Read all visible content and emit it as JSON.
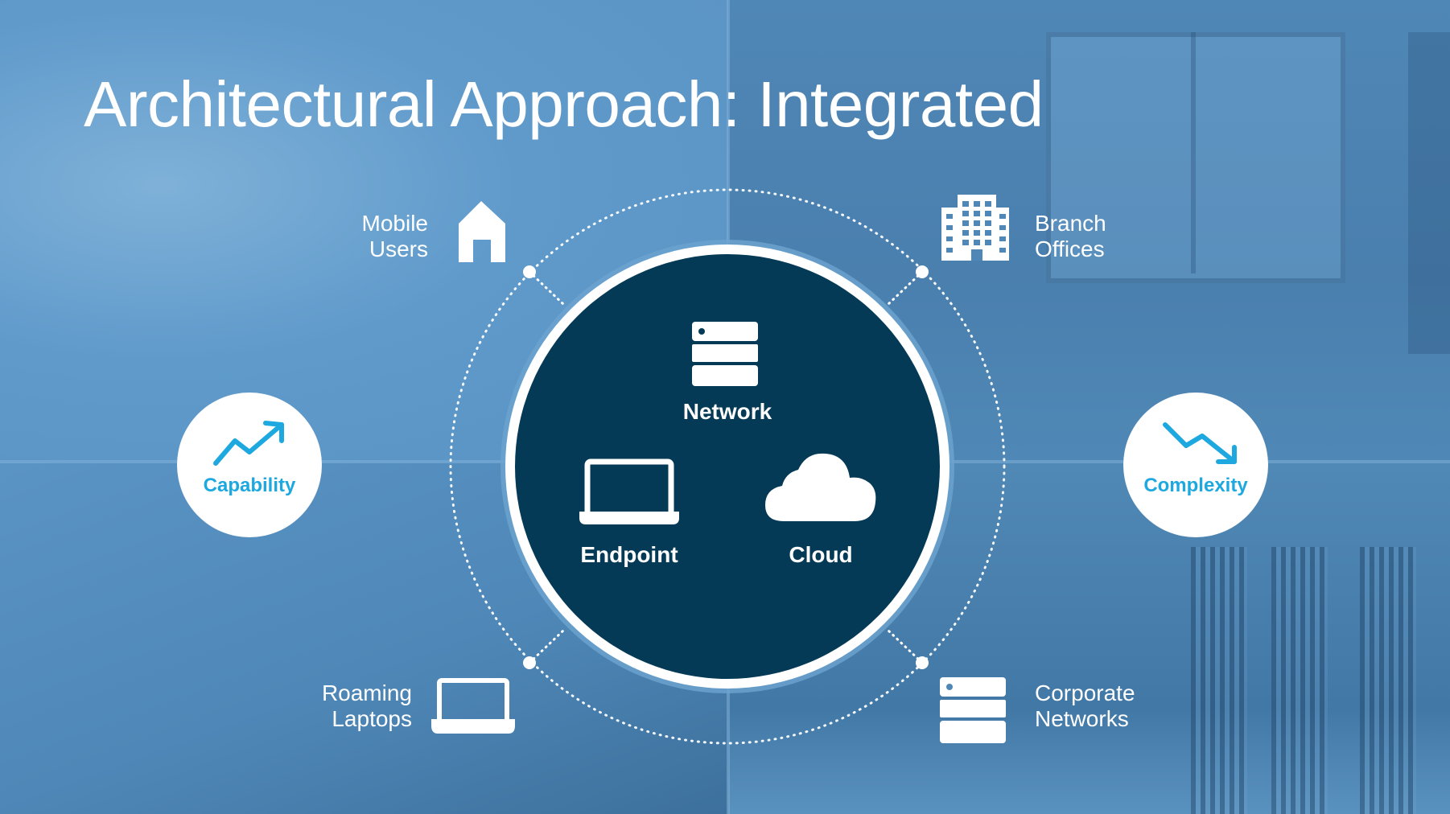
{
  "title": "Architectural Approach: Integrated",
  "colors": {
    "core_fill": "#053a56",
    "accent": "#1ea8e0",
    "white": "#ffffff",
    "background": "#5f98c5"
  },
  "core": {
    "items": [
      {
        "label": "Network",
        "icon": "server-icon"
      },
      {
        "label": "Endpoint",
        "icon": "laptop-icon"
      },
      {
        "label": "Cloud",
        "icon": "cloud-icon"
      }
    ]
  },
  "nodes": {
    "mobile_users": {
      "line1": "Mobile",
      "line2": "Users",
      "icon": "house-icon"
    },
    "branch_offices": {
      "line1": "Branch",
      "line2": "Offices",
      "icon": "office-building-icon"
    },
    "roaming_laptops": {
      "line1": "Roaming",
      "line2": "Laptops",
      "icon": "laptop-icon"
    },
    "corporate_networks": {
      "line1": "Corporate",
      "line2": "Networks",
      "icon": "server-icon"
    }
  },
  "badges": {
    "capability": {
      "label": "Capability",
      "icon": "trend-up-arrow-icon"
    },
    "complexity": {
      "label": "Complexity",
      "icon": "trend-down-arrow-icon"
    }
  }
}
